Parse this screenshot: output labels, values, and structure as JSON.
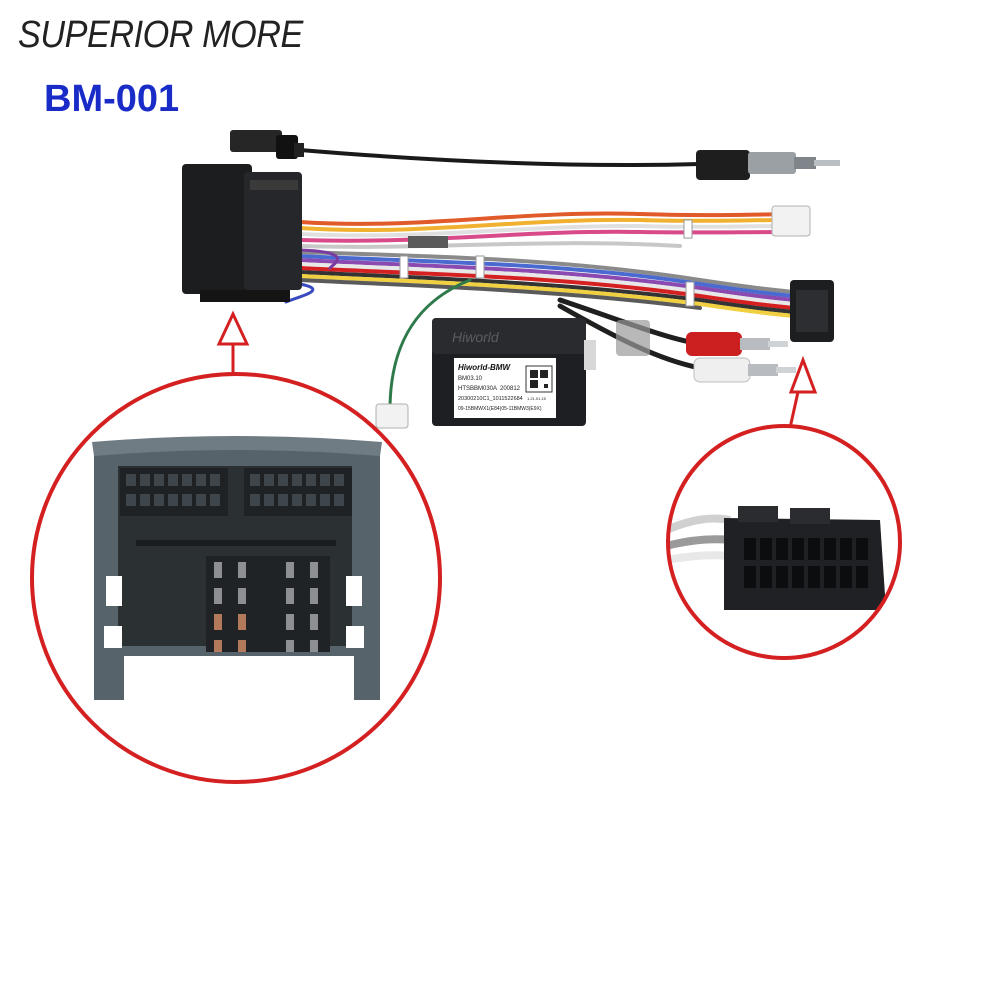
{
  "header": {
    "brand": "SUPERIOR MORE",
    "model": "BM-001"
  },
  "module": {
    "logo": "Hiworld",
    "title": "Hiworld-BMW",
    "lines": [
      "BM03.10",
      "HTSBBM030A",
      "20300210C1_1011522684",
      "09-15BMWX1(E84)05-11BMW3(E9X)"
    ],
    "code": "200812",
    "date": "1.21.01.15"
  },
  "colors": {
    "callout": "#d42020",
    "brand": "#222222",
    "model": "#1a2cc8",
    "connector_grey": "#4f5b62",
    "connector_black": "#1c1d1f"
  },
  "icons": [
    "up-arrow-icon",
    "up-arrow-icon"
  ]
}
